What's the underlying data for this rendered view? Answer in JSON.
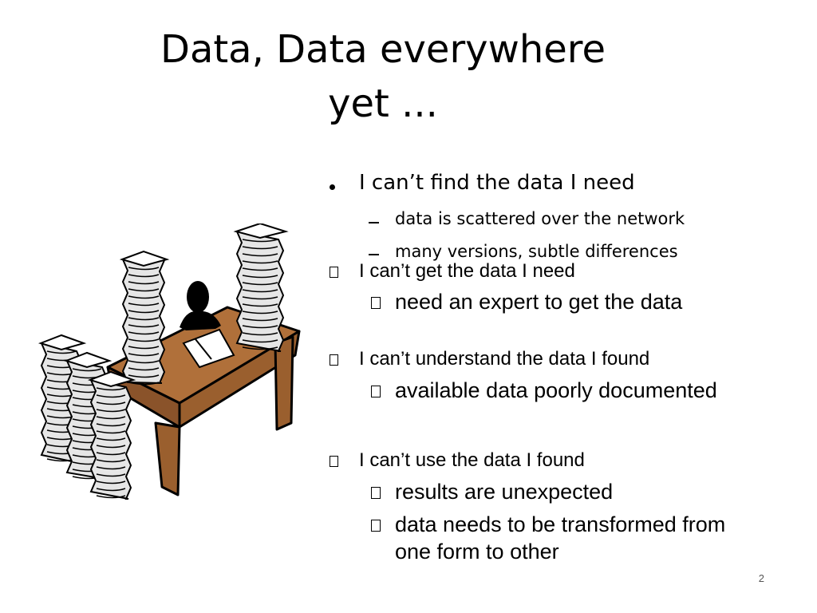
{
  "slide": {
    "title_line1": "Data, Data everywhere",
    "title_line2": "yet ...",
    "bullets": [
      {
        "text": "I can’t find the data I need",
        "subs": [
          "data is scattered over the network",
          "many versions, subtle differences"
        ]
      },
      {
        "text": "I can’t get the data I need",
        "subs": [
          "need an expert to get the data"
        ]
      },
      {
        "text": "I can’t understand the data I found",
        "subs": [
          "available data poorly documented"
        ]
      },
      {
        "text": "I can’t use the data I found",
        "subs": [
          "results are unexpected",
          "data needs to be transformed from",
          "one form to other"
        ]
      }
    ],
    "page_number": "2"
  },
  "illustration": {
    "icon": "paper-stacks-desk-clipart",
    "desk_color": "#b0703a"
  }
}
